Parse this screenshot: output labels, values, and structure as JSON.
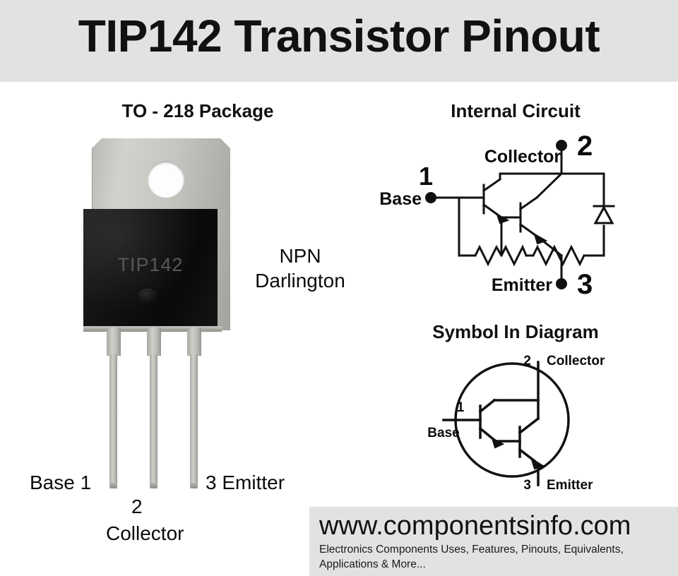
{
  "header": {
    "title": "TIP142 Transistor Pinout",
    "band_color": "#e1e2e2"
  },
  "package_section": {
    "heading": "TO - 218 Package",
    "chip_marking": "TIP142",
    "type_line1": "NPN",
    "type_line2": "Darlington",
    "pin_labels": {
      "base": "Base 1",
      "emitter": "3 Emitter",
      "collector_number": "2",
      "collector_name": "Collector"
    }
  },
  "internal_circuit": {
    "heading": "Internal Circuit",
    "labels": {
      "base": "Base",
      "base_pin": "1",
      "collector": "Collector",
      "collector_pin": "2",
      "emitter": "Emitter",
      "emitter_pin": "3"
    }
  },
  "symbol_section": {
    "heading": "Symbol In Diagram",
    "labels": {
      "base": "Base",
      "base_pin": "1",
      "collector": "Collector",
      "collector_pin": "2",
      "emitter": "Emitter",
      "emitter_pin": "3"
    }
  },
  "footer": {
    "url": "www.componentsinfo.com",
    "tagline": "Electronics Components Uses, Features, Pinouts, Equivalents, Applications & More...",
    "band_color": "#e1e2e2"
  },
  "colors": {
    "ink": "#111111",
    "band": "#e1e2e2",
    "body": "#101010",
    "metal": "#c6c6c1",
    "chip_text": "#585858"
  }
}
